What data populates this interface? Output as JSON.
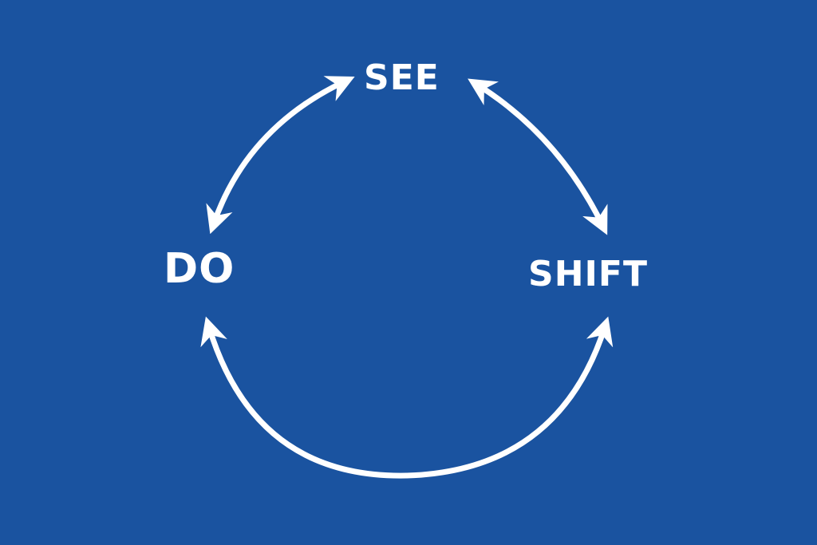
{
  "diagram": {
    "nodes": [
      {
        "id": "see",
        "label": "SEE"
      },
      {
        "id": "do",
        "label": "DO"
      },
      {
        "id": "shift",
        "label": "SHIFT"
      }
    ],
    "edges": [
      {
        "from": "see",
        "to": "do",
        "bidirectional": true
      },
      {
        "from": "see",
        "to": "shift",
        "bidirectional": true
      },
      {
        "from": "do",
        "to": "shift",
        "bidirectional": true
      }
    ],
    "colors": {
      "background": "#1a53a0",
      "foreground": "#ffffff"
    }
  }
}
